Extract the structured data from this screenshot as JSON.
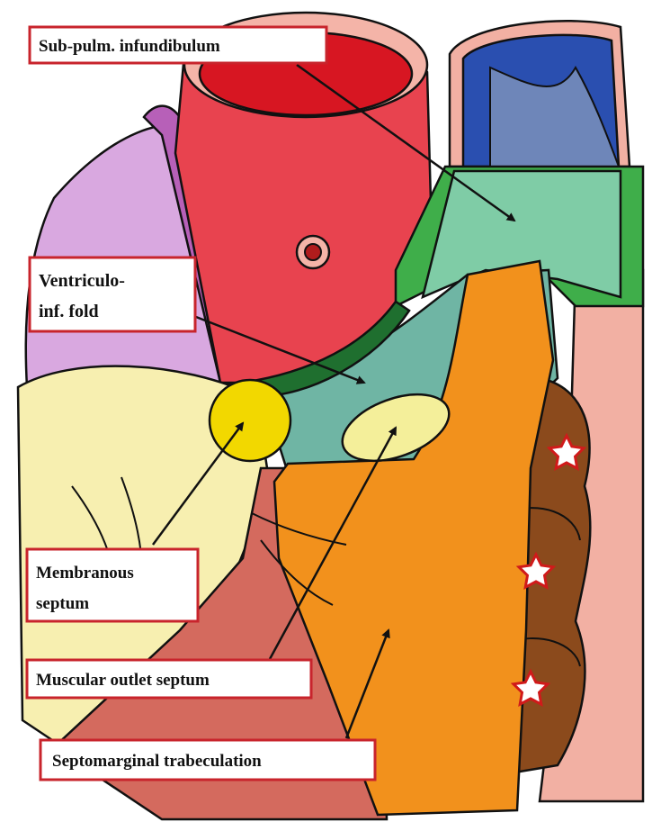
{
  "diagram": {
    "labels": {
      "sub_pulm": "Sub-pulm. infundibulum",
      "ventriculo_line1": "Ventriculo-",
      "ventriculo_line2": "inf. fold",
      "membranous_line1": "Membranous",
      "membranous_line2": "septum",
      "muscular_outlet": "Muscular outlet septum",
      "septomarginal": "Septomarginal trabeculation"
    },
    "markers": {
      "star_symbol": "star-icon",
      "star_count": 3
    },
    "colors": {
      "label_border": "#c8242c",
      "aorta": "#e8434f",
      "aorta_lumen": "#d71622",
      "pulmonary_trunk": "#2a4fb0",
      "infundibulum": "#7fcca6",
      "ventriculo_fold": "#1f6f2f",
      "membranous_septum": "#f2d800",
      "septomarginal_trabeculation": "#f2911c",
      "trabeculations": "#8b4a1c",
      "atrium": "#d9a8e0",
      "tricuspid_leaflet": "#f7efb0",
      "myocardium": "#d46a5e",
      "star_fill": "#ffffff",
      "star_outline": "#d01a1a"
    }
  }
}
